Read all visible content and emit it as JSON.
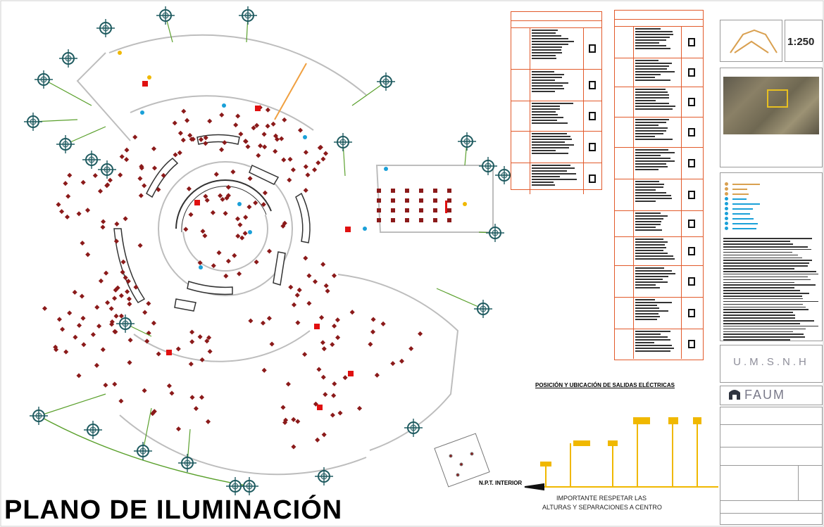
{
  "title": "PLANO DE ILUMINACIÓN",
  "scale": "1:250",
  "institution": "U.M.S.N.H",
  "faculty": "FAUM",
  "section_title": "POSICIÓN Y UBICACIÓN DE SALIDAS ELÉCTRICAS",
  "level_label": "N.P.T. INTERIOR",
  "note_line1": "IMPORTANTE RESPETAR LAS",
  "note_line2": "ALTURAS Y SEPARACIONES A CENTRO",
  "colors": {
    "luminaire": "#8b1a1a",
    "outdoor_pole": "#1f5b60",
    "outdoor_cable": "#5aa02c",
    "table_border": "#e25a2b",
    "accent_red": "#e01010",
    "accent_blue": "#1aa0d8",
    "accent_yellow": "#f0b800",
    "wall": "#b8b8b8"
  }
}
